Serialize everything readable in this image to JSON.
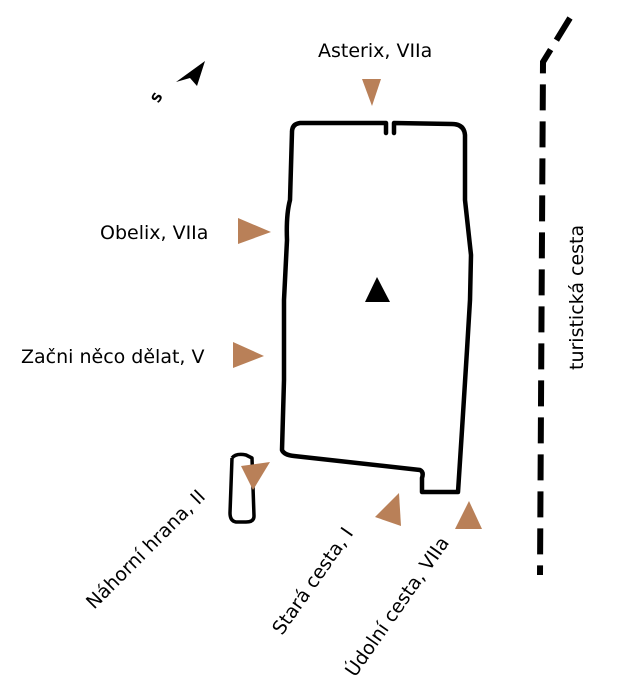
{
  "compass": {
    "label": "S",
    "icon": "north-arrow-icon"
  },
  "road": {
    "label": "turistická cesta"
  },
  "routes": [
    {
      "id": "asterix",
      "label": "Asterix, VIIa"
    },
    {
      "id": "obelix",
      "label": "Obelix, VIIa"
    },
    {
      "id": "zacni",
      "label": "Začni něco dělat, V"
    },
    {
      "id": "nahorni",
      "label": "Náhorní hrana, II"
    },
    {
      "id": "stara",
      "label": "Stará cesta, I"
    },
    {
      "id": "udolni",
      "label": "Údolní cesta, VIIa"
    }
  ],
  "colors": {
    "arrow": "#b98058",
    "outline": "#000000",
    "summit": "#000000"
  }
}
